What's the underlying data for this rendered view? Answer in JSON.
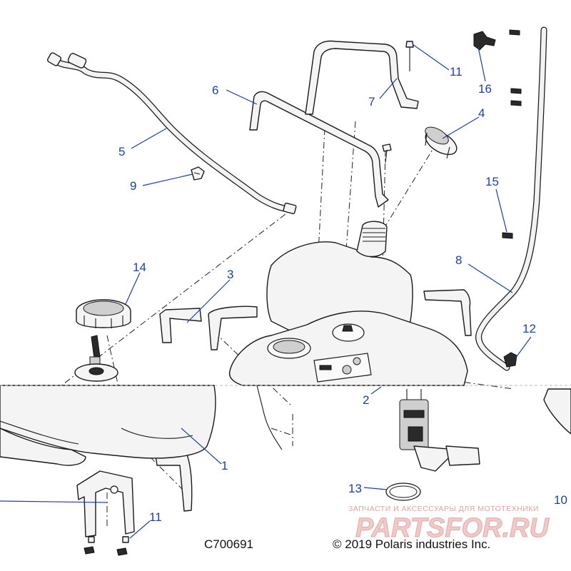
{
  "diagram": {
    "drawing_number": "C700691",
    "copyright": "© 2019 Polaris industries Inc.",
    "watermark": {
      "tagline": "ЗАПЧАСТИ И АКСЕССУАРЫ ДЛЯ МОТОТЕХНИКИ",
      "brand": "PARTSFOR.RU"
    },
    "callouts": [
      {
        "id": "c1",
        "label": "1"
      },
      {
        "id": "c2",
        "label": "2"
      },
      {
        "id": "c3",
        "label": "3"
      },
      {
        "id": "c4",
        "label": "4"
      },
      {
        "id": "c5",
        "label": "5"
      },
      {
        "id": "c6",
        "label": "6"
      },
      {
        "id": "c7",
        "label": "7"
      },
      {
        "id": "c8",
        "label": "8"
      },
      {
        "id": "c9",
        "label": "9"
      },
      {
        "id": "c10",
        "label": "10"
      },
      {
        "id": "c11a",
        "label": "11"
      },
      {
        "id": "c11b",
        "label": "11"
      },
      {
        "id": "c12",
        "label": "12"
      },
      {
        "id": "c13",
        "label": "13"
      },
      {
        "id": "c14",
        "label": "14"
      },
      {
        "id": "c15",
        "label": "15"
      },
      {
        "id": "c16",
        "label": "16"
      }
    ]
  }
}
